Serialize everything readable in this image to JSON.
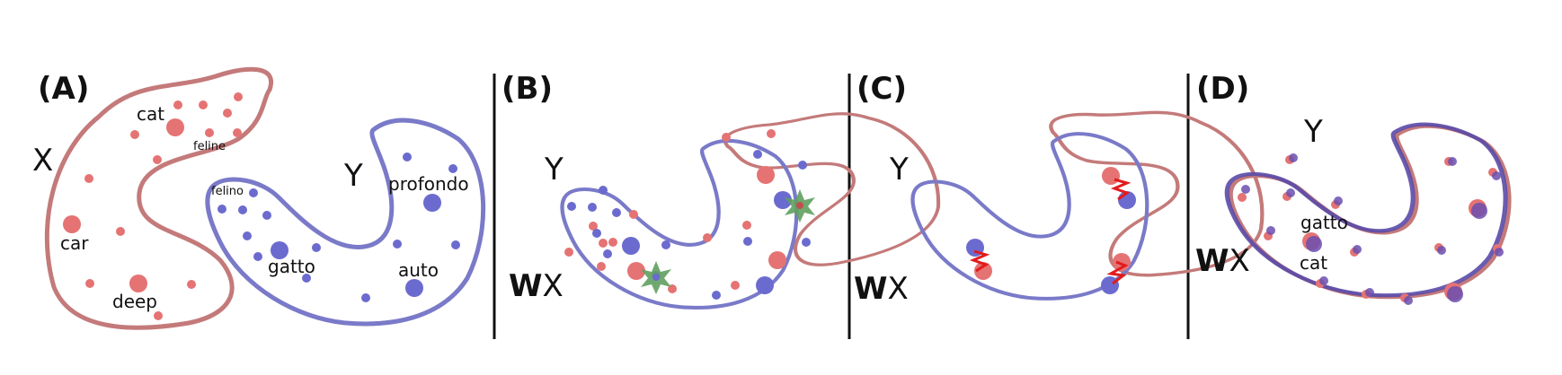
{
  "colors": {
    "red_outline": "#c47a7a",
    "red_fill": "#e57373",
    "blue_outline": "#7a7ac9",
    "blue_fill": "#6b6bcf",
    "green_star": "#5fa05f",
    "red_link": "#e31a1c",
    "divider": "#111111"
  },
  "panels": [
    {
      "label": "(A)",
      "spaces": {
        "x": "X",
        "y": "Y"
      },
      "words": {
        "cat": "cat",
        "feline": "feline",
        "car": "car",
        "deep": "deep",
        "felino": "felino",
        "gatto": "gatto",
        "profondo": "profondo",
        "auto": "auto"
      }
    },
    {
      "label": "(B)",
      "spaces": {
        "w": "W",
        "x": "X",
        "y": "Y"
      }
    },
    {
      "label": "(C)",
      "spaces": {
        "w": "W",
        "x": "X",
        "y": "Y"
      }
    },
    {
      "label": "(D)",
      "spaces": {
        "w": "W",
        "x": "X",
        "y": "Y"
      },
      "words": {
        "gatto": "gatto",
        "cat": "cat"
      }
    }
  ]
}
